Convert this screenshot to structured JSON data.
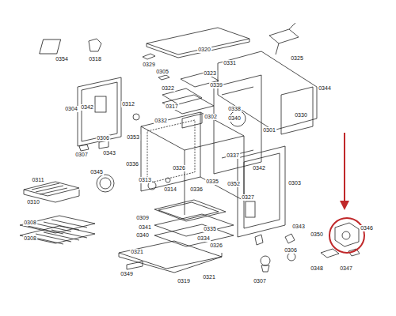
{
  "diagram": {
    "labels": [
      "0354",
      "0318",
      "0329",
      "0320",
      "0325",
      "0305",
      "0323",
      "0331",
      "0322",
      "0339",
      "0344",
      "0304",
      "0342",
      "0312",
      "0317",
      "0338",
      "0302",
      "0340",
      "0330",
      "0332",
      "0301",
      "0306",
      "0353",
      "0307",
      "0343",
      "0336",
      "0337",
      "0326",
      "0342",
      "0311",
      "0345",
      "0313",
      "0314",
      "0336",
      "0335",
      "0352",
      "0303",
      "0310",
      "0327",
      "0309",
      "0308",
      "0341",
      "0308",
      "0340",
      "0334",
      "0335",
      "0326",
      "0343",
      "0350",
      "0346",
      "0306",
      "0307",
      "0348",
      "0347",
      "0321",
      "0349",
      "0319",
      "0321"
    ]
  }
}
